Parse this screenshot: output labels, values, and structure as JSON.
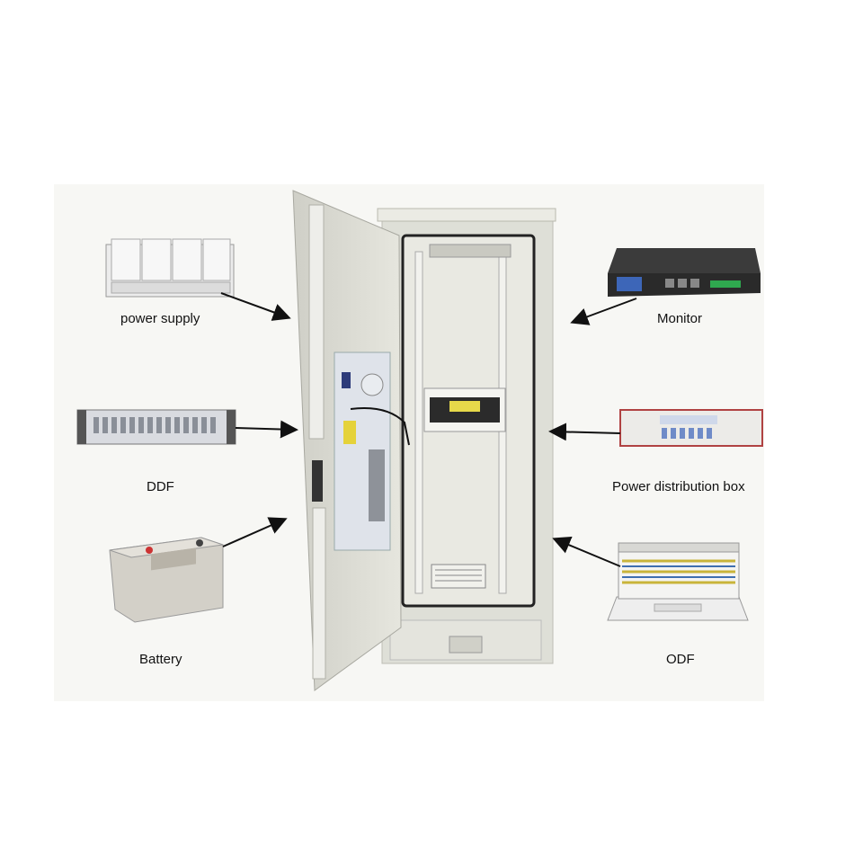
{
  "labels": {
    "power_supply": "power supply",
    "ddf": "DDF",
    "battery": "Battery",
    "monitor": "Monitor",
    "power_distribution_box": "Power distribution box",
    "odf": "ODF"
  },
  "colors": {
    "cabinet": "#dcdcd4",
    "arrow": "#111111",
    "odf_accent": "#c9b43a",
    "fiber": "#3f6fb0",
    "red_frame": "#b04242"
  }
}
